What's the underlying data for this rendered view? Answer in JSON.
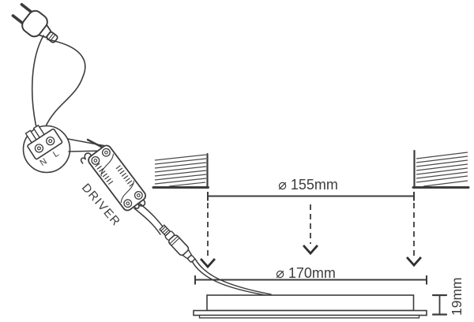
{
  "labels": {
    "driver": "DRIVER",
    "terminal_n": "N",
    "terminal_l": "L"
  },
  "dimensions": {
    "cutout_diameter": "⌀ 155mm",
    "panel_diameter": "⌀ 170mm",
    "panel_height": "19mm"
  },
  "colors": {
    "line": "#3c3c3c",
    "text": "#3d3d3d",
    "background": "#ffffff"
  }
}
